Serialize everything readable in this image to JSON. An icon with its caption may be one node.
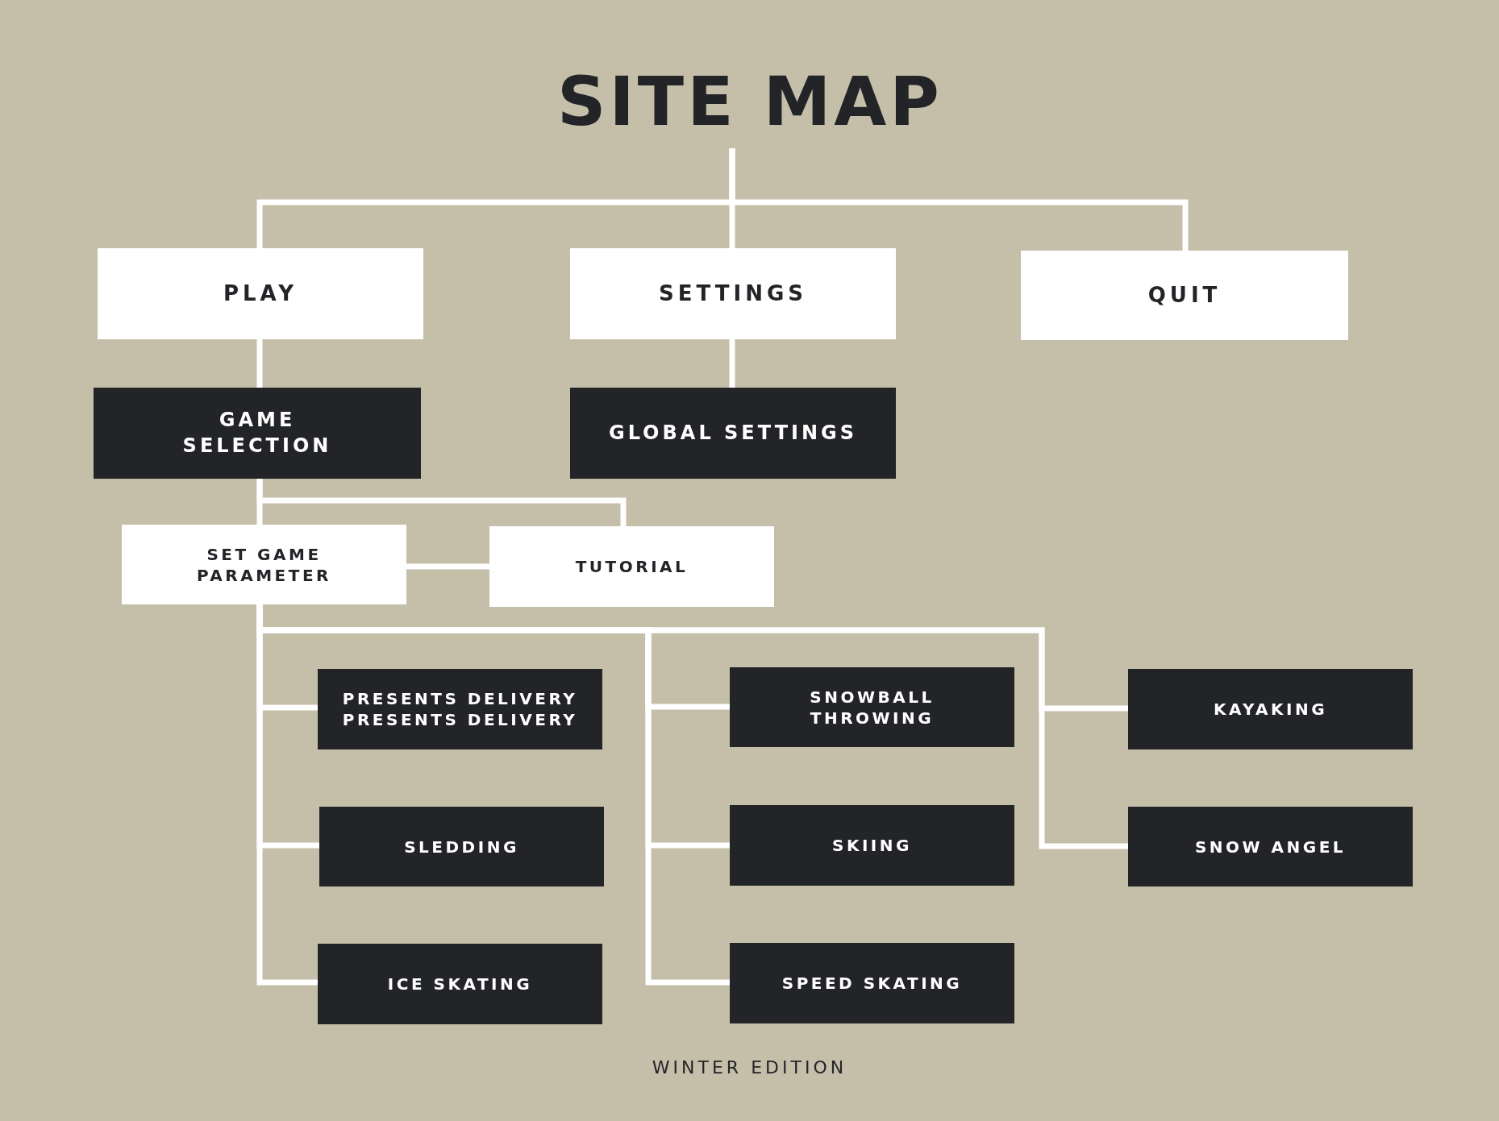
{
  "diagram": {
    "nodes": [
      {
        "text": [
          "SITE MAP"
        ]
      },
      {
        "text": [
          "PLAY"
        ]
      },
      {
        "text": [
          "SETTINGS"
        ]
      },
      {
        "text": [
          "QUIT"
        ]
      },
      {
        "text": [
          "GAME SELECTION"
        ]
      },
      {
        "text": [
          "GLOBAL SETTINGS"
        ]
      },
      {
        "text": [
          "SET GAME PARAMETER"
        ]
      },
      {
        "text": [
          "TUTORIAL"
        ]
      },
      {
        "text": [
          "PRESENTS DELIVERY PRESENTS DELIVERY"
        ]
      },
      {
        "text": [
          "SNOWBALL THROWING"
        ]
      },
      {
        "text": [
          "KAYAKING"
        ]
      },
      {
        "text": [
          "SLEDDING"
        ]
      },
      {
        "text": [
          "SKIING"
        ]
      },
      {
        "text": [
          "SNOW ANGEL"
        ]
      },
      {
        "text": [
          "ICE SKATING"
        ]
      },
      {
        "text": [
          "SPEED SKATING"
        ]
      }
    ],
    "edges": [
      {
        "from": 0,
        "to": 1,
        "arrow": "none"
      },
      {
        "from": 0,
        "to": 2,
        "arrow": "none"
      },
      {
        "from": 0,
        "to": 3,
        "arrow": "none"
      },
      {
        "from": 1,
        "to": 4,
        "arrow": "none"
      },
      {
        "from": 2,
        "to": 5,
        "arrow": "none"
      },
      {
        "from": 4,
        "to": 6,
        "arrow": "none"
      },
      {
        "from": 4,
        "to": 7,
        "arrow": "none"
      },
      {
        "from": 6,
        "to": 7,
        "arrow": "none"
      },
      {
        "from": 6,
        "to": 8,
        "arrow": "none"
      },
      {
        "from": 6,
        "to": 11,
        "arrow": "none"
      },
      {
        "from": 6,
        "to": 14,
        "arrow": "none"
      },
      {
        "from": 6,
        "to": 9,
        "arrow": "none"
      },
      {
        "from": 6,
        "to": 12,
        "arrow": "none"
      },
      {
        "from": 6,
        "to": 15,
        "arrow": "none"
      },
      {
        "from": 6,
        "to": 10,
        "arrow": "none"
      },
      {
        "from": 6,
        "to": 13,
        "arrow": "none"
      }
    ],
    "labels": [
      "WINTER EDITION"
    ]
  }
}
